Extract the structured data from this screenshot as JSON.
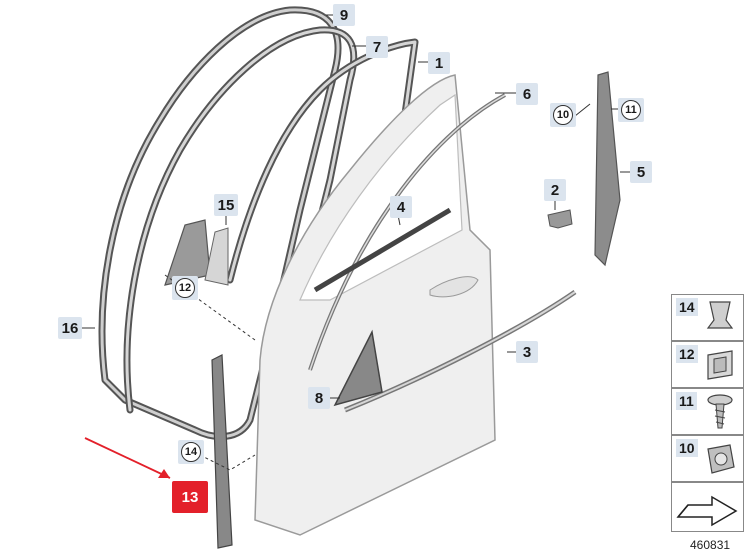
{
  "callouts": {
    "c1": "1",
    "c2": "2",
    "c3": "3",
    "c4": "4",
    "c5": "5",
    "c6": "6",
    "c7": "7",
    "c8": "8",
    "c9": "9",
    "c10": "10",
    "c11": "11",
    "c12": "12",
    "c13": "13",
    "c14": "14",
    "c15": "15",
    "c16": "16"
  },
  "legend": {
    "l14": "14",
    "l12": "12",
    "l11": "11",
    "l10": "10"
  },
  "part_number": "460831",
  "colors": {
    "highlight": "#e3202a",
    "callout_bg": "#dbe4ee",
    "arrow": "#e3202a"
  }
}
